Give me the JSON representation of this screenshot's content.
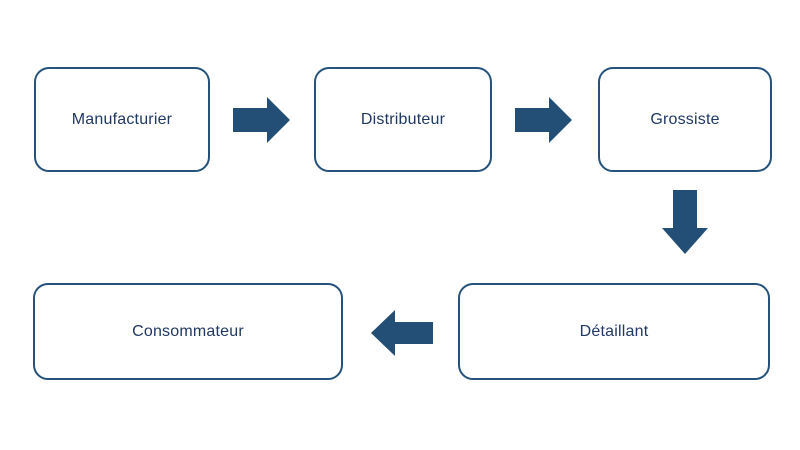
{
  "diagram": {
    "type": "flowchart",
    "description": "Distribution channel flow diagram",
    "nodes": [
      {
        "id": "manufacturier",
        "label": "Manufacturier"
      },
      {
        "id": "distributeur",
        "label": "Distributeur"
      },
      {
        "id": "grossiste",
        "label": "Grossiste"
      },
      {
        "id": "detaillant",
        "label": "Détaillant"
      },
      {
        "id": "consommateur",
        "label": "Consommateur"
      }
    ],
    "edges": [
      {
        "from": "manufacturier",
        "to": "distributeur",
        "direction": "right"
      },
      {
        "from": "distributeur",
        "to": "grossiste",
        "direction": "right"
      },
      {
        "from": "grossiste",
        "to": "detaillant",
        "direction": "down"
      },
      {
        "from": "detaillant",
        "to": "consommateur",
        "direction": "left"
      }
    ],
    "colors": {
      "background": "#FFFFFF",
      "box_fill": "#FFFFFF",
      "box_border": "#24527C",
      "arrow_fill": "#234F77",
      "text": "#203864"
    }
  }
}
